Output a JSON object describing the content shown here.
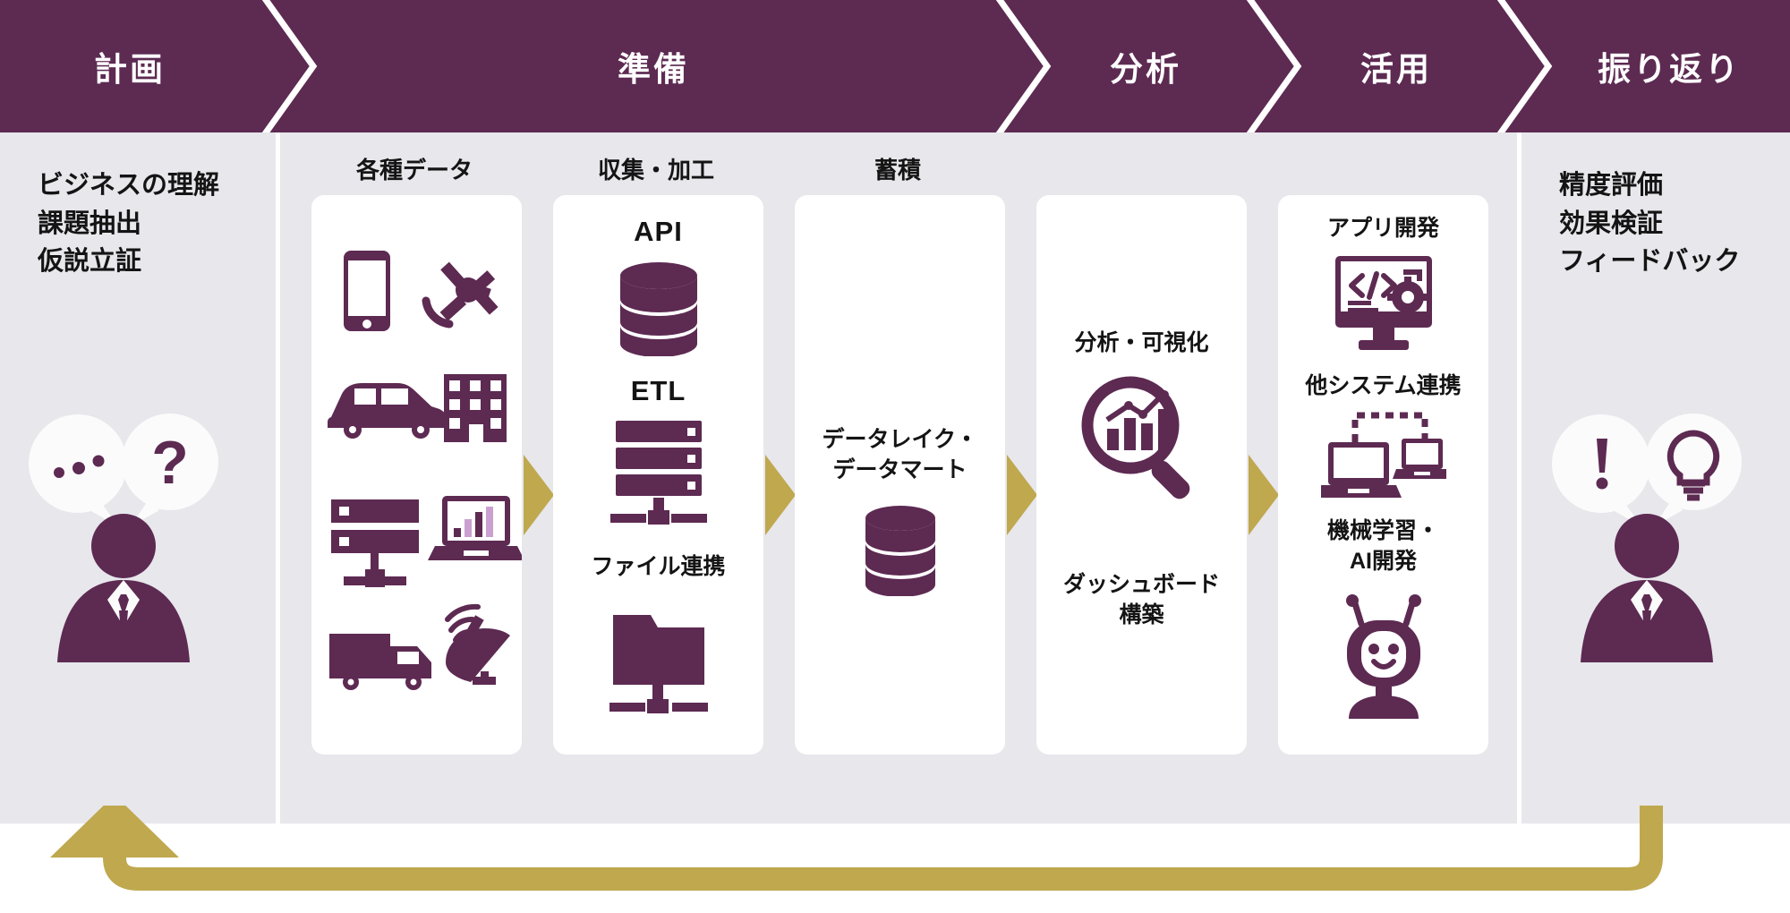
{
  "colors": {
    "purple": "#5d2a52",
    "purple_dark": "#5b2950",
    "gold": "#bfa martin",
    "gold_fix": "#bfa84e",
    "panel_bg": "#e7e7ec",
    "card_bg": "#ffffff",
    "text": "#141414",
    "white": "#ffffff"
  },
  "header": {
    "phases": [
      {
        "label": "計画",
        "name": "phase-planning"
      },
      {
        "label": "準備",
        "name": "phase-preparation"
      },
      {
        "label": "分析",
        "name": "phase-analysis"
      },
      {
        "label": "活用",
        "name": "phase-utilization"
      },
      {
        "label": "振り返り",
        "name": "phase-review"
      }
    ]
  },
  "left_column": {
    "lines": [
      "ビジネスの理解",
      "課題抽出",
      "仮説立証"
    ],
    "bubbles": [
      "dots-bubble",
      "question-bubble"
    ],
    "figure": "businessman-icon"
  },
  "right_column": {
    "lines": [
      "精度評価",
      "効果検証",
      "フィードバック"
    ],
    "bubbles": [
      "exclamation-bubble",
      "lightbulb-bubble"
    ],
    "figure": "businessman-icon"
  },
  "middle": {
    "columns": [
      {
        "heading": "各種データ",
        "items": [],
        "icons": [
          "smartphone-icon",
          "satellite-icon",
          "car-icon",
          "building-icon",
          "server-rack-icon",
          "laptop-chart-icon",
          "truck-icon",
          "satellite-dish-icon"
        ]
      },
      {
        "heading": "収集・加工",
        "items": [
          {
            "label": "API",
            "icon": "database-cylinder-icon"
          },
          {
            "label": "ETL",
            "icon": "server-stack-icon"
          },
          {
            "label": "ファイル連携",
            "icon": "folder-network-icon"
          }
        ]
      },
      {
        "heading": "蓄積",
        "items": [
          {
            "label": "データレイク・\nデータマート",
            "icon": "database-stack-icon"
          }
        ]
      },
      {
        "heading": "",
        "items": [
          {
            "label": "分析・可視化",
            "icon": "magnifier-chart-icon"
          },
          {
            "label": "ダッシュボード\n構築",
            "icon": ""
          }
        ]
      },
      {
        "heading": "",
        "items": [
          {
            "label": "アプリ開発",
            "icon": "code-monitor-icon"
          },
          {
            "label": "他システム連携",
            "icon": "laptops-link-icon"
          },
          {
            "label": "機械学習・\nAI開発",
            "icon": "robot-icon"
          }
        ]
      }
    ]
  },
  "labels": {
    "various_data": "各種データ",
    "collect_process": "収集・加工",
    "accumulate": "蓄積",
    "api": "API",
    "etl": "ETL",
    "file_link": "ファイル連携",
    "datalake": "データレイク・",
    "datamart": "データマート",
    "analysis_vis": "分析・可視化",
    "dashboard1": "ダッシュボード",
    "dashboard2": "構築",
    "app_dev": "アプリ開発",
    "other_sys": "他システム連携",
    "ml1": "機械学習・",
    "ml2": "AI開発",
    "left1": "ビジネスの理解",
    "left2": "課題抽出",
    "left3": "仮説立証",
    "right1": "精度評価",
    "right2": "効果検証",
    "right3": "フィードバック"
  },
  "feedback_arrow": {
    "name": "feedback-loop-arrow",
    "direction": "right-to-left-up"
  }
}
